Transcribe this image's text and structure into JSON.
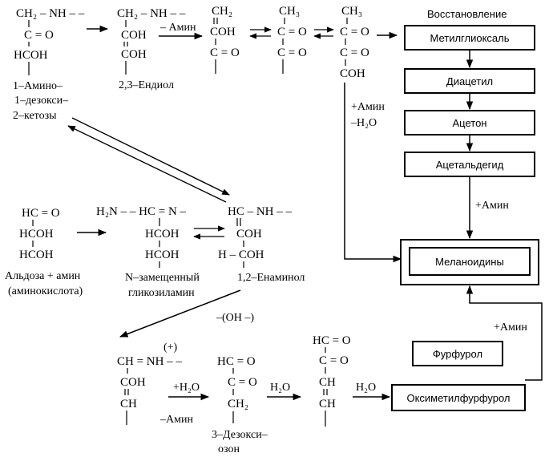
{
  "top_row": {
    "mol1_l1": "CH₂ – NH – –",
    "mol1_l2": "C = O",
    "mol1_l3": "HCOH",
    "mol1_name1": "1–Амино–",
    "mol1_name2": "1–дезокси–",
    "mol1_name3": "2–кетозы",
    "mol2_l1": "CH₂ – NH – –",
    "mol2_l2": "COH",
    "mol2_l3": "COH",
    "mol2_name": "2,3–Ендиол",
    "arrow_amine": "– Амин",
    "mol3_l1": "CH₂",
    "mol3_l2": "COH",
    "mol3_l3": "C = O",
    "mol4_l1": "CH₃",
    "mol4_l2": "C = O",
    "mol4_l3": "C = O",
    "mol5_l1": "CH₃",
    "mol5_l2": "C = O",
    "mol5_l3": "C = O",
    "mol5_l4": "COH",
    "side_amine": "+Амин",
    "side_water": "–H₂O"
  },
  "right_column": {
    "header": "Восстановление",
    "box1": "Метилглиоксаль",
    "box2": "Диацетил",
    "box3": "Ацетон",
    "box4": "Ацетальдегид",
    "amine1": "+Амин",
    "melanoidins": "Меланоидины",
    "amine2": "+Амин",
    "furfurol": "Фурфурол",
    "oxymethylfurfurol": "Оксиметилфурфурол"
  },
  "middle_row": {
    "ald_l1": "HC = O",
    "ald_l2": "HCOH",
    "ald_l3": "HCOH",
    "ald_name1": "Альдоза + амин",
    "ald_name2": "(аминокислота)",
    "gly_l1": "H₂N – – HC = N –",
    "gly_l2": "HCOH",
    "gly_l3": "HCOH",
    "gly_name1": "N–замещенный",
    "gly_name2": "гликозиламин",
    "ena_l1": "HC – NH – –",
    "ena_l2": "COH",
    "ena_l3": "H – COH",
    "ena_name": "1,2–Енаминол",
    "oh_minus": "–(OH –)"
  },
  "bottom_row": {
    "b1_l1": "CH = NH – –",
    "b1_plus": "(+)",
    "b1_l2": "COH",
    "b1_l3": "CH",
    "water_plus": "+H₂O",
    "amine_minus": "–Амин",
    "b2_l1": "HC = O",
    "b2_l2": "C = O",
    "b2_l3": "CH₂",
    "b2_name1": "3–Дезокси–",
    "b2_name2": "озон",
    "water2": "H₂O",
    "b3_l1": "HC = O",
    "b3_l2": "C = O",
    "b3_l3": "CH",
    "b3_l4": "CH",
    "water3": "H₂O"
  }
}
